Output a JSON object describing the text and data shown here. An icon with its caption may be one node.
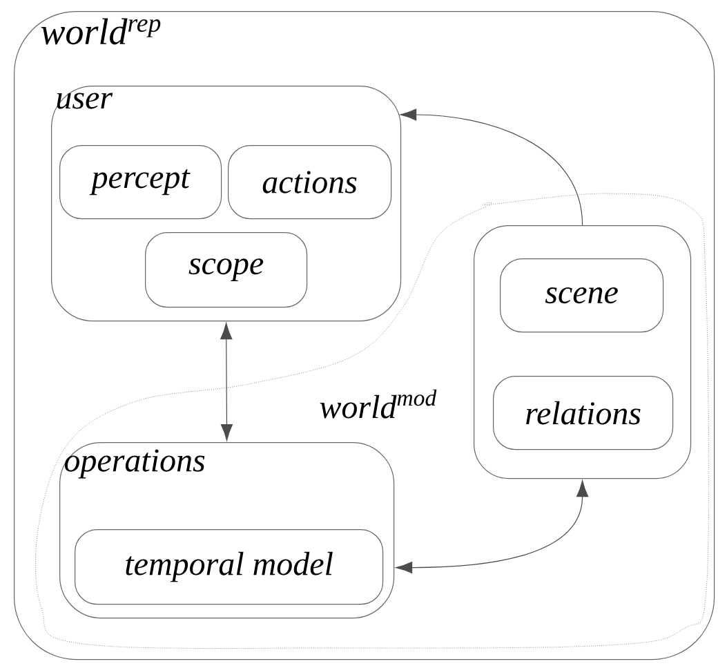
{
  "diagram": {
    "nodes": [
      {
        "text": [
          "world$^{rep}$"
        ]
      },
      {
        "text": [
          "user"
        ],
        "in": 0
      },
      {
        "text": [
          "percept"
        ],
        "in": 1
      },
      {
        "text": [
          "actions"
        ],
        "in": 1
      },
      {
        "text": [
          "scope"
        ],
        "in": 1
      },
      {
        "text": [
          "world$^{mod}$"
        ],
        "in": 0
      },
      {
        "text": [],
        "shape": "box",
        "in": 5
      },
      {
        "text": [
          "scene"
        ],
        "in": 6
      },
      {
        "text": [
          "relations"
        ],
        "in": 6
      },
      {
        "text": [
          "operations"
        ],
        "in": 5
      },
      {
        "text": [
          "temporal model"
        ],
        "in": 9
      }
    ],
    "edges": [
      {
        "from": 6,
        "to": 1,
        "arrow": "to"
      },
      {
        "from": 1,
        "to": 9,
        "arrow": "both"
      },
      {
        "from": 9,
        "to": 6,
        "arrow": "both"
      }
    ]
  }
}
